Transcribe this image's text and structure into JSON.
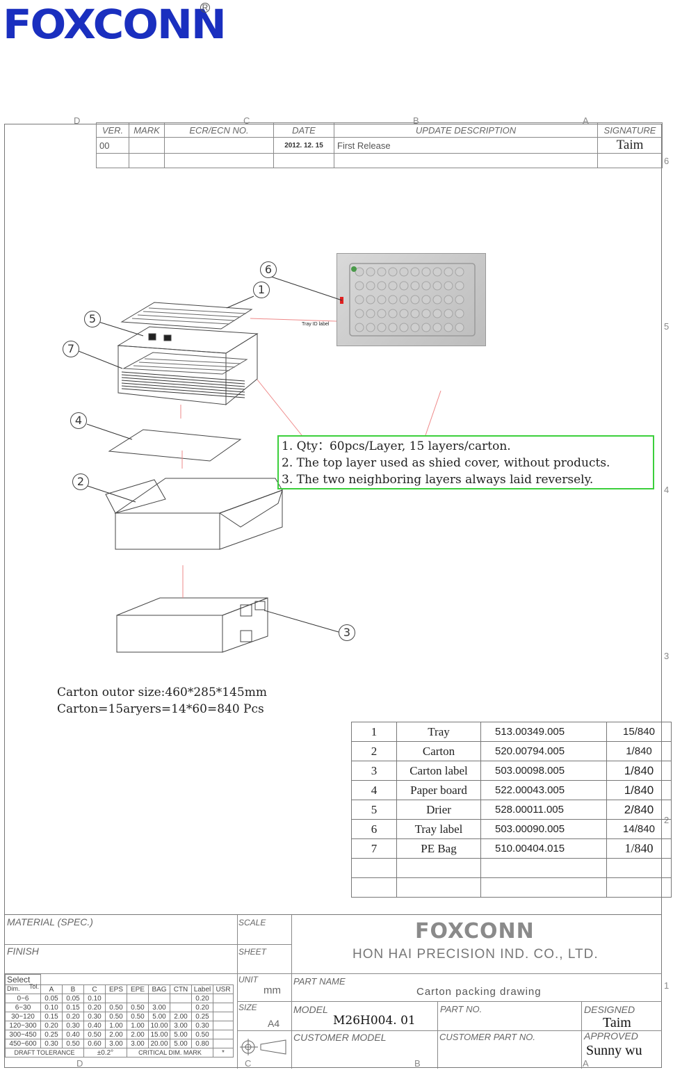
{
  "header": {
    "logo_text": "FOXCONN",
    "registered": "R"
  },
  "zones": {
    "top": [
      "D",
      "C",
      "B",
      "A"
    ],
    "right": [
      "6",
      "5",
      "4",
      "3",
      "2",
      "1"
    ],
    "bottom": [
      "D",
      "C",
      "B",
      "A"
    ]
  },
  "revision_table": {
    "headers": [
      "VER.",
      "MARK",
      "ECR/ECN NO.",
      "DATE",
      "UPDATE DESCRIPTION",
      "SIGNATURE"
    ],
    "rows": [
      [
        "00",
        "",
        "",
        "2012. 12. 15",
        "First  Release",
        "Taim"
      ]
    ]
  },
  "photo": {
    "label": "Tray ID label"
  },
  "callouts": [
    "1",
    "2",
    "3",
    "4",
    "5",
    "6",
    "7"
  ],
  "notes": [
    "1. Qty：60pcs/Layer,  15  layers/carton.",
    "2. The  top  layer  used  as  shied  cover, without  products.",
    "3. The  two  neighboring  layers  always  laid  reversely."
  ],
  "carton_text": [
    "Carton outor size:460*285*145mm",
    "Carton=15aryers=14*60=840 Pcs"
  ],
  "bom": [
    [
      "1",
      "Tray",
      "513.00349.005",
      "15/840"
    ],
    [
      "2",
      "Carton",
      "520.00794.005",
      "1/840"
    ],
    [
      "3",
      "Carton label",
      "503.00098.005",
      "1/840"
    ],
    [
      "4",
      "Paper board",
      "522.00043.005",
      "1/840"
    ],
    [
      "5",
      "Drier",
      "528.00011.005",
      "2/840"
    ],
    [
      "6",
      "Tray label",
      "503.00090.005",
      "14/840"
    ],
    [
      "7",
      "PE  Bag",
      "510.00404.015",
      "1/840"
    ],
    [
      "",
      "",
      "",
      ""
    ],
    [
      "",
      "",
      "",
      ""
    ]
  ],
  "title_block": {
    "material": "MATERIAL  (SPEC.)",
    "finish": "FINISH",
    "scale": "SCALE",
    "sheet": "SHEET",
    "unit": "UNIT",
    "unit_value": "mm",
    "size": "SIZE",
    "size_value": "A4",
    "company_logo": "FOXCONN",
    "company_name": "HON  HAI  PRECISION  IND.  CO.,  LTD.",
    "part_name_label": "PART NAME",
    "part_name": "Carton  packing  drawing",
    "model_label": "MODEL",
    "model": "M26H004. 01",
    "part_no_label": "PART  NO.",
    "customer_model_label": "CUSTOMER  MODEL",
    "customer_part_no_label": "CUSTOMER  PART  NO.",
    "designed_label": "DESIGNED",
    "designed": "Taim",
    "approved_label": "APPROVED",
    "approved": "Sunny  wu",
    "tolerance": {
      "select": "Select",
      "corner_tol": "Tol.",
      "corner_dim": "Dim.",
      "headers": [
        "A",
        "B",
        "C",
        "EPS",
        "EPE",
        "BAG",
        "CTN",
        "Label",
        "USR"
      ],
      "rows": [
        [
          "0~6",
          "0.05",
          "0.05",
          "0.10",
          "",
          "",
          "",
          "",
          "0.20",
          ""
        ],
        [
          "6~30",
          "0.10",
          "0.15",
          "0.20",
          "0.50",
          "0.50",
          "3.00",
          "",
          "0.20",
          ""
        ],
        [
          "30~120",
          "0.15",
          "0.20",
          "0.30",
          "0.50",
          "0.50",
          "5.00",
          "2.00",
          "0.25",
          ""
        ],
        [
          "120~300",
          "0.20",
          "0.30",
          "0.40",
          "1.00",
          "1.00",
          "10.00",
          "3.00",
          "0.30",
          ""
        ],
        [
          "300~450",
          "0.25",
          "0.40",
          "0.50",
          "2.00",
          "2.00",
          "15.00",
          "5.00",
          "0.50",
          ""
        ],
        [
          "450~600",
          "0.30",
          "0.50",
          "0.60",
          "3.00",
          "3.00",
          "20.00",
          "5.00",
          "0.80",
          ""
        ]
      ],
      "footer": [
        "DRAFT  TOLERANCE",
        "±0.2°",
        "CRITICAL  DIM.  MARK",
        "*"
      ]
    }
  }
}
